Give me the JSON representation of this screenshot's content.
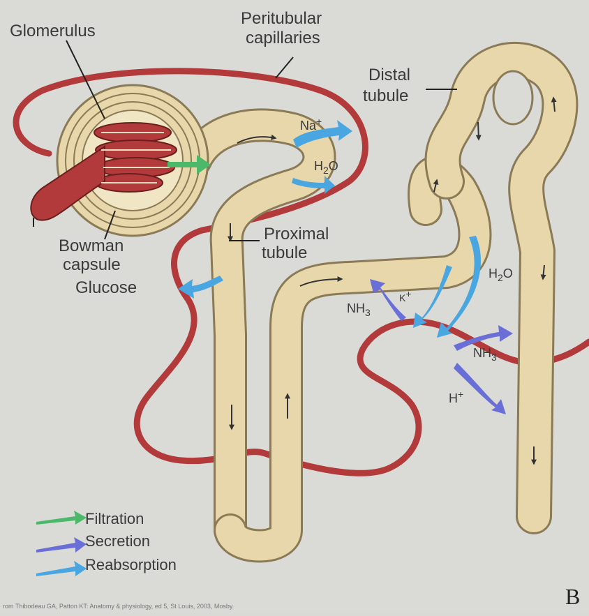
{
  "labels": {
    "glomerulus": "Glomerulus",
    "peritubular_line1": "Peritubular",
    "peritubular_line2": "capillaries",
    "distal_line1": "Distal",
    "distal_line2": "tubule",
    "proximal_line1": "Proximal",
    "proximal_line2": "tubule",
    "bowman_line1": "Bowman",
    "bowman_line2": "capsule",
    "glucose": "Glucose"
  },
  "ions": {
    "na": "Na",
    "na_sup": "+",
    "h2o_proximal_a": "H",
    "h2o_proximal_b": "2",
    "h2o_proximal_c": "O",
    "nh3_a_base": "NH",
    "nh3_a_sub": "3",
    "k": "K",
    "k_sup": "+",
    "h2o_distal_a": "H",
    "h2o_distal_b": "2",
    "h2o_distal_c": "O",
    "nh3_b_base": "NH",
    "nh3_b_sub": "3",
    "h": "H",
    "h_sup": "+"
  },
  "legend": {
    "filtration": "Filtration",
    "secretion": "Secretion",
    "reabsorption": "Reabsorption"
  },
  "credit": "rom Thibodeau GA, Patton KT: Anatomy & physiology, ed 5, St Louis, 2003, Mosby.",
  "panel_letter": "B",
  "colors": {
    "vessel": "#b23a3a",
    "tubule_fill": "#e8d7aa",
    "tubule_edge": "#8a7a55",
    "filtration": "#4bb86a",
    "secretion": "#6a6fd8",
    "reabsorption": "#4aa6e0"
  }
}
